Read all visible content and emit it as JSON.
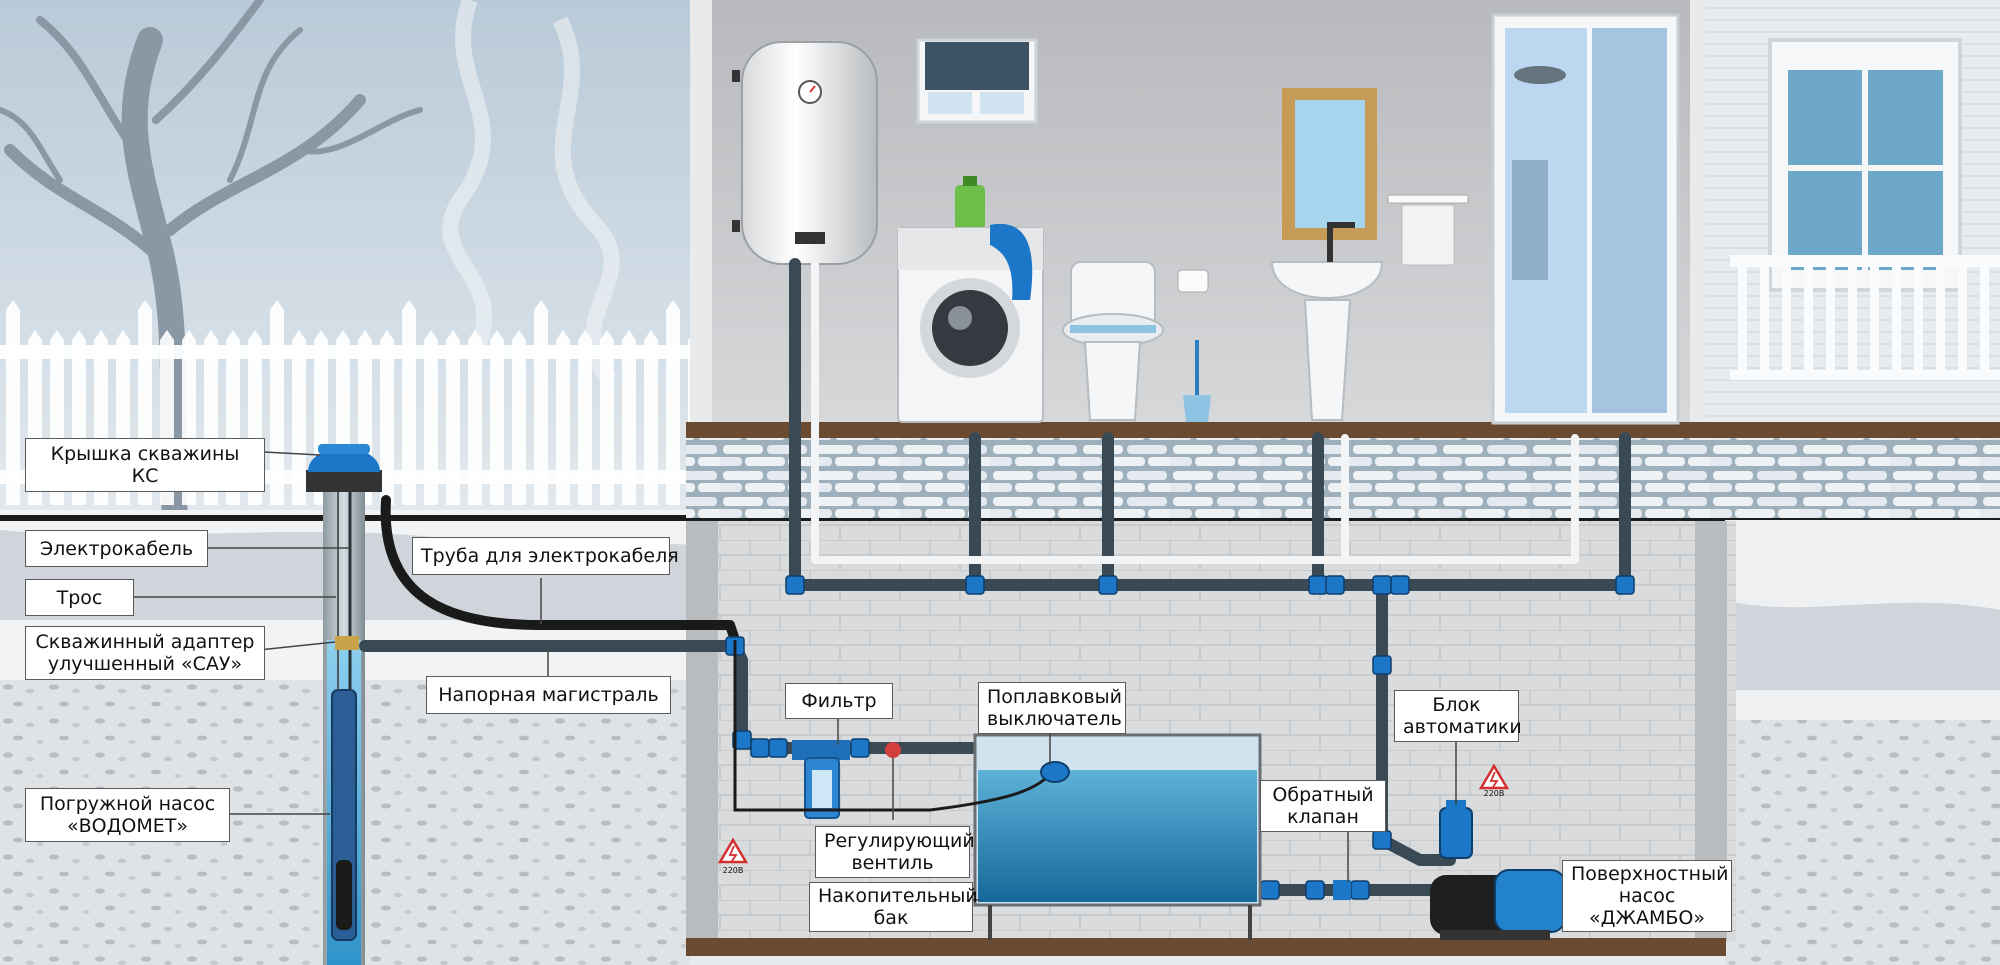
{
  "labels": {
    "well_cap": [
      "Крышка скважины",
      "КС"
    ],
    "electric_cable": "Электрокабель",
    "rope": "Трос",
    "well_adapter": [
      "Скважинный адаптер",
      "улучшенный «САУ»"
    ],
    "submersible_pump": [
      "Погружной насос",
      "«ВОДОМЕТ»"
    ],
    "cable_pipe": "Труба для электрокабеля",
    "pressure_main": "Напорная магистраль",
    "filter": "Фильтр",
    "float_switch": [
      "Поплавковый",
      "выключатель"
    ],
    "regulating_valve": [
      "Регулирующий",
      "вентиль"
    ],
    "storage_tank": [
      "Накопительный",
      "бак"
    ],
    "check_valve": [
      "Обратный",
      "клапан"
    ],
    "automation_unit": [
      "Блок",
      "автоматики"
    ],
    "surface_pump": [
      "Поверхностный",
      "насос",
      "«ДЖАМБО»"
    ]
  },
  "voltage_signs": [
    "220В",
    "220В"
  ],
  "colors": {
    "pipe_blue": "#1a73c8",
    "pipe_dark": "#3a4a55",
    "water": "#1d7fb0",
    "wall": "#9fa3a8",
    "floor": "#6b4a32",
    "snow": "#f4f6f8",
    "sky": "#c9d6e0"
  }
}
